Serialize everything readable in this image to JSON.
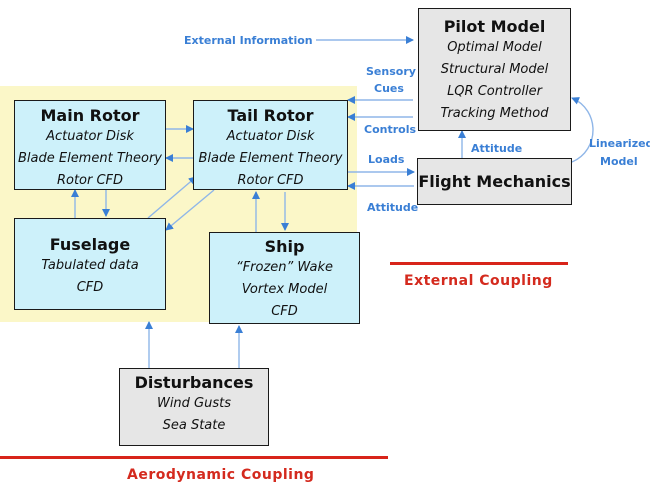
{
  "blocks": {
    "main_rotor": {
      "title": "Main Rotor",
      "lines": [
        "Actuator Disk",
        "Blade Element Theory",
        "Rotor CFD"
      ]
    },
    "tail_rotor": {
      "title": "Tail Rotor",
      "lines": [
        "Actuator Disk",
        "Blade Element Theory",
        "Rotor CFD"
      ]
    },
    "fuselage": {
      "title": "Fuselage",
      "lines": [
        "Tabulated data",
        "CFD"
      ]
    },
    "ship": {
      "title": "Ship",
      "lines": [
        "“Frozen” Wake",
        "Vortex Model",
        "CFD"
      ]
    },
    "disturbances": {
      "title": "Disturbances",
      "lines": [
        "Wind Gusts",
        "Sea State"
      ]
    },
    "pilot_model": {
      "title": "Pilot Model",
      "lines": [
        "Optimal Model",
        "Structural Model",
        "LQR Controller",
        "Tracking Method"
      ]
    },
    "flight_mechanics": {
      "title": "Flight Mechanics"
    }
  },
  "arrow_labels": {
    "external_information": "External Information",
    "sensory_cues_1": "Sensory",
    "sensory_cues_2": "Cues",
    "controls": "Controls",
    "loads": "Loads",
    "attitude_bottom": "Attitude",
    "attitude_right": "Attitude",
    "linearized_1": "Linearized",
    "linearized_2": "Model"
  },
  "coupling_labels": {
    "external": "External Coupling",
    "aerodynamic": "Aerodynamic Coupling"
  },
  "colors": {
    "arrow": "#3a7fd5",
    "block_blue": "#cdf1fa",
    "block_gray": "#e6e6e6",
    "aero_region": "#fbf7c8",
    "coupling_red": "#d42a1e"
  }
}
